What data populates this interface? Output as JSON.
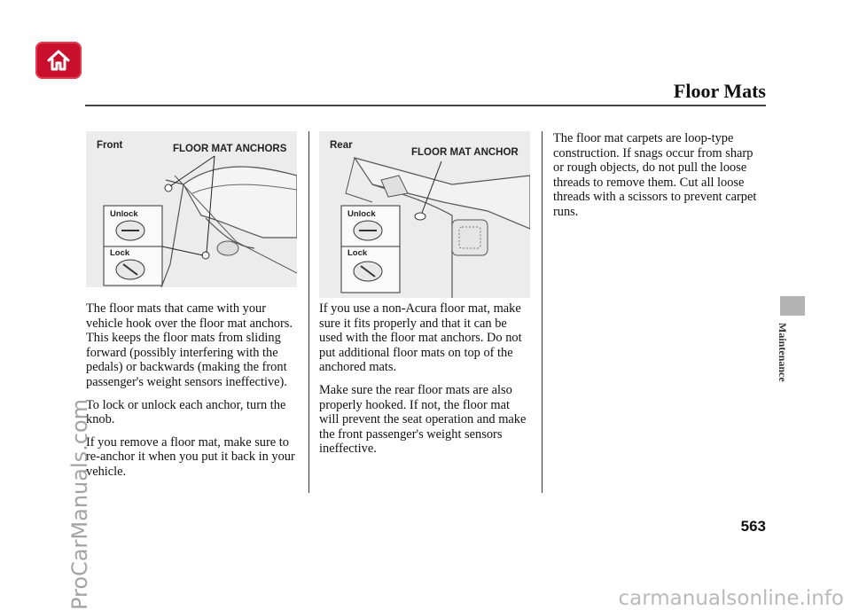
{
  "header": {
    "section_title": "Floor Mats"
  },
  "figures": {
    "front": {
      "label": "Front",
      "callout": "FLOOR MAT ANCHORS",
      "unlock_label": "Unlock",
      "lock_label": "Lock"
    },
    "rear": {
      "label": "Rear",
      "callout": "FLOOR MAT ANCHOR",
      "unlock_label": "Unlock",
      "lock_label": "Lock"
    }
  },
  "columns": {
    "left": [
      "The floor mats that came with your vehicle hook over the floor mat anchors. This keeps the floor mats from sliding forward (possibly interfering with the pedals) or backwards (making the front passenger's weight sensors ineffective).",
      "To lock or unlock each anchor, turn the knob.",
      "If you remove a floor mat, make sure to re-anchor it when you put it back in your vehicle."
    ],
    "middle": [
      "If you use a non-Acura floor mat, make sure it fits properly and that it can be used with the floor mat anchors. Do not put additional floor mats on top of the anchored mats.",
      "Make sure the rear floor mats are also properly hooked. If not, the floor mat will prevent the seat operation and make the front passenger's weight sensors ineffective."
    ],
    "right": [
      "The floor mat carpets are loop-type construction. If snags occur from sharp or rough objects, do not pull the loose threads to remove them. Cut all loose threads with a scissors to prevent carpet runs."
    ]
  },
  "sidebar": {
    "section_label": "Maintenance"
  },
  "footer": {
    "page_number": "563"
  },
  "watermarks": {
    "left": "ProCarManuals.com",
    "bottom": "carmanualsonline.info"
  },
  "colors": {
    "home_button": "#c8102e",
    "figure_bg": "#ececec",
    "side_tab": "#b3b3b3"
  },
  "icons": {
    "home": "home-icon"
  }
}
